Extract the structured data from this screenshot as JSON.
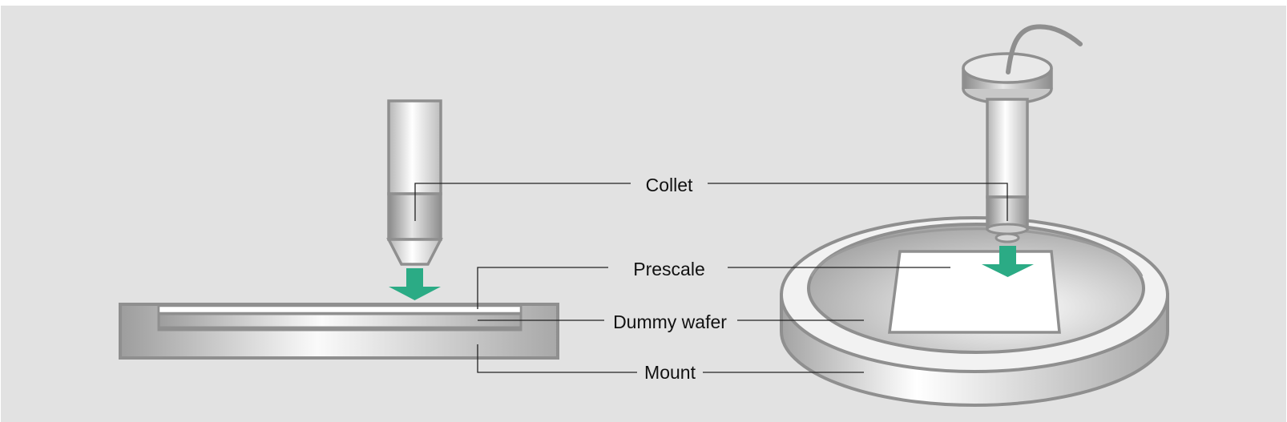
{
  "labels": {
    "collet": "Collet",
    "prescale": "Prescale",
    "dummy_wafer": "Dummy wafer",
    "mount": "Mount"
  },
  "colors": {
    "background": "#e2e2e2",
    "arrow": "#2bab85",
    "outline": "#8f8f8f",
    "leader": "#222222"
  }
}
